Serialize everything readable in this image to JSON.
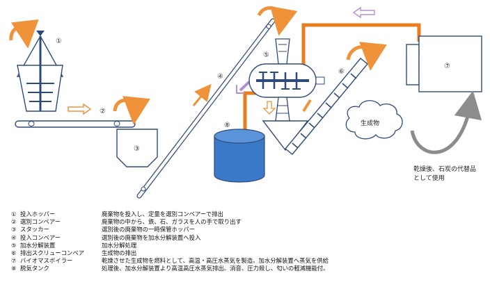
{
  "markers": {
    "m1": "①",
    "m2": "②",
    "m3": "③",
    "m4": "④",
    "m5": "⑤",
    "m6": "⑥",
    "m7": "⑦",
    "m8": "⑧"
  },
  "labels": {
    "product": "生成物",
    "usage_line1": "乾燥後、石炭の代替品",
    "usage_line2": "として使用"
  },
  "colors": {
    "outline": "#2e4a7a",
    "pipe": "#e87d1e",
    "arrow": "#f0923a",
    "tank": "#3a78c8",
    "purple_arrow": "#b48fd0",
    "flow_arrow": "#8c8c8c"
  },
  "legend": [
    {
      "num": "①",
      "name": "投入ホッパー",
      "desc": "廃棄物を投入し、定量を選別コンベアーで排出"
    },
    {
      "num": "②",
      "name": "選別コンベアー",
      "desc": "廃棄物の中から、鉄、石、ガラスを人の手で取り出す"
    },
    {
      "num": "③",
      "name": "スタッカー",
      "desc": "選別後の廃棄物の一時保管ホッパー"
    },
    {
      "num": "④",
      "name": "投入コンベアー",
      "desc": "選別後の廃棄物を加水分解装置へ投入"
    },
    {
      "num": "⑤",
      "name": "加水分解装置",
      "desc": "加水分解処理"
    },
    {
      "num": "⑥",
      "name": "排出スクリューコンベア",
      "desc": "生成物の排出"
    },
    {
      "num": "⑦",
      "name": "バイオマスボイラー",
      "desc": "乾燥させた生成物を燃料として、高温・高圧水蒸気を製造。加水分解装置へ蒸気を供給"
    },
    {
      "num": "⑧",
      "name": "脱気タンク",
      "desc": "処理後、加水分解装置より高温高圧水蒸気排出。消音、圧力殺し、匂いの軽減機能付。"
    }
  ]
}
